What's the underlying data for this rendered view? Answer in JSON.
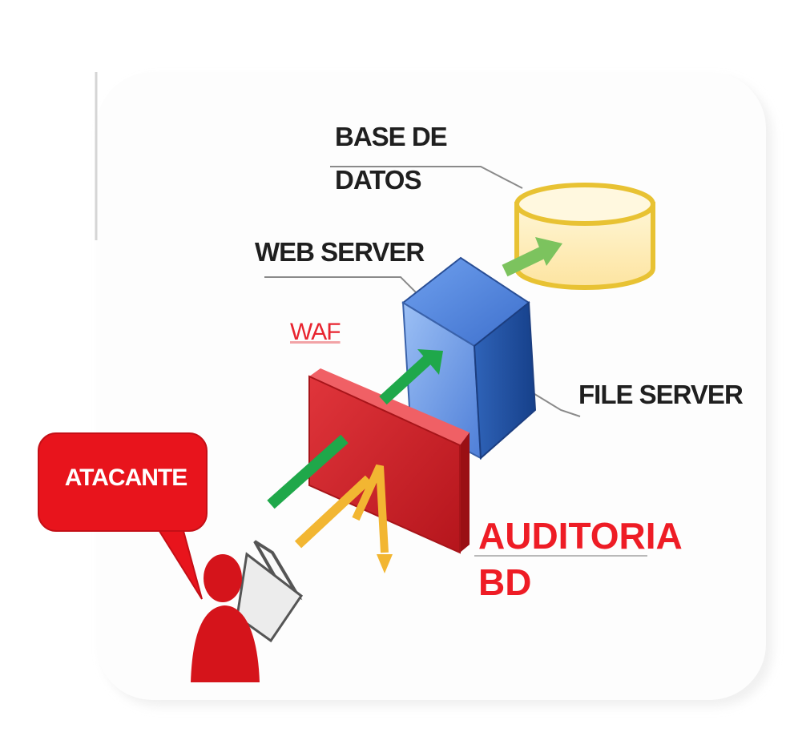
{
  "labels": {
    "database": [
      "BASE DE",
      "DATOS"
    ],
    "web_server": "WEB SERVER",
    "waf": "WAF",
    "file_server": "FILE SERVER",
    "audit": [
      "AUDITORIA",
      "BD"
    ],
    "attacker": "ATACANTE"
  },
  "colors": {
    "waf": "#d9222a",
    "audit_text": "#ee1c25",
    "server": "#5f8fe0",
    "database": "#fde9a8",
    "attack_arrow": "#1fa84a",
    "audit_arrow": "#f2b632",
    "db_arrow": "#7cc35e"
  }
}
